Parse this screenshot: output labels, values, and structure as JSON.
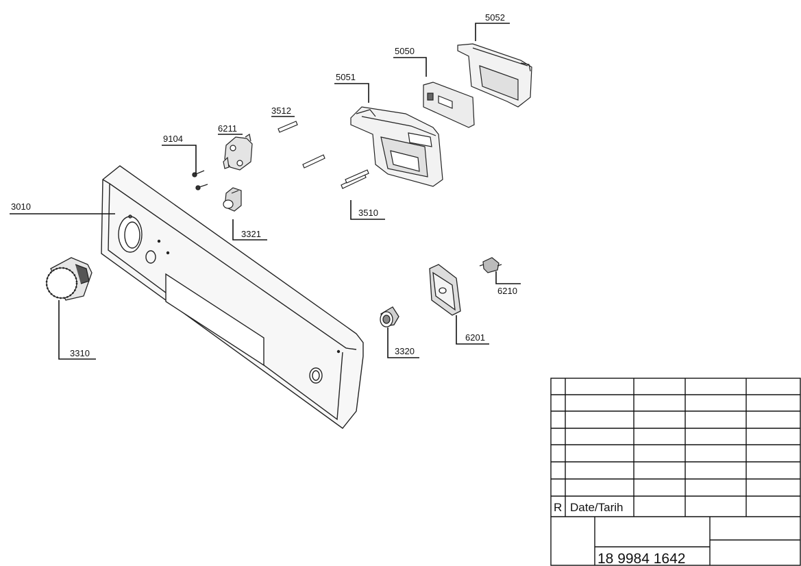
{
  "labels": {
    "p5052": "5052",
    "p5050": "5050",
    "p5051": "5051",
    "p3512": "3512",
    "p6211": "6211",
    "p9104": "9104",
    "p3010": "3010",
    "p3510": "3510",
    "p3321": "3321",
    "p6210": "6210",
    "p3310": "3310",
    "p3320": "3320",
    "p6201": "6201"
  },
  "title_block": {
    "rev_letter": "R",
    "date_label": "Date/Tarih",
    "drawing_number": "18 9984 1642"
  }
}
